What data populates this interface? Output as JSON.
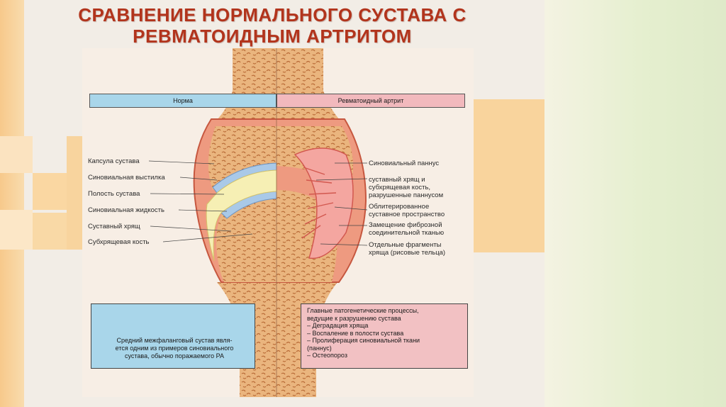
{
  "slide": {
    "title_line1": "СРАВНЕНИЕ НОРМАЛЬНОГО СУСТАВА С",
    "title_line2": "РЕВМАТОИДНЫМ АРТРИТОМ"
  },
  "figure": {
    "header_normal": "Норма",
    "header_ra": "Ревматоидный артрит",
    "left_labels": [
      "Капсула сустава",
      "Синовиальная выстилка",
      "Полость сустава",
      "Синовиальная жидкость",
      "Суставный хрящ",
      "Субхрящевая кость"
    ],
    "right_labels": {
      "pannus": "Синовиальный паннус",
      "cartilage_1": "суставный хрящ и",
      "cartilage_2": "субхрящевая кость,",
      "cartilage_3": "разрушенные паннусом",
      "obliterated_1": "Облитерированное",
      "obliterated_2": "суставное пространство",
      "fibrous_1": "Замещение фиброзной",
      "fibrous_2": "соединительной тканью",
      "fragments_1": "Отдельные фрагменты",
      "fragments_2": "хряща (рисовые тельца)"
    },
    "finger_caption": {
      "line1": "Средний межфаланговый сустав явля-",
      "line2": "ется одним из примеров синовиального",
      "line3": "сустава, обычно поражаемого РА"
    },
    "processes": [
      "Главные патогенетические процессы,",
      "ведущие к разрушению сустава",
      "– Деградация хряща",
      "– Воспаление в полости сустава",
      "– Пролиферация синовиальной ткани",
      "   (паннус)",
      "– Остеопороз"
    ]
  },
  "colors": {
    "title": "#b2341c",
    "normal_header": "#a9d6ea",
    "ra_header": "#f2b9bd",
    "bone": "#e8b47c",
    "capsule": "#e98f78",
    "cartilage": "#a9c9e8"
  }
}
